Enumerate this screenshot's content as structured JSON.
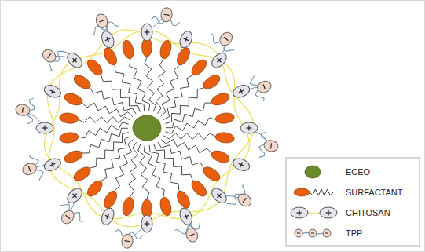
{
  "diagram": {
    "legend": [
      {
        "text": "ECEO",
        "color": "#6b8a2a"
      },
      {
        "text": "SURFACTANT"
      },
      {
        "text": "CHITOSAN"
      },
      {
        "text": "TPP"
      }
    ]
  }
}
